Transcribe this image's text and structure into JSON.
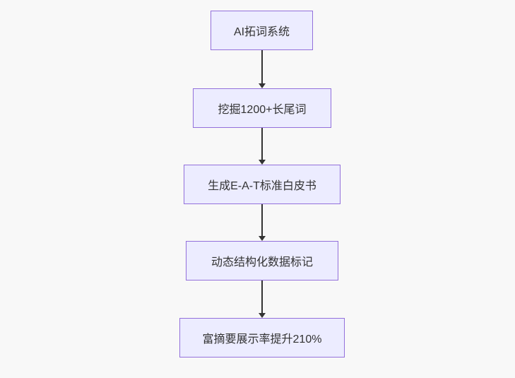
{
  "diagram": {
    "type": "flowchart",
    "direction": "top-down",
    "nodes": [
      {
        "label": "AI拓词系统"
      },
      {
        "label": "挖掘1200+长尾词"
      },
      {
        "label": "生成E-A-T标准白皮书"
      },
      {
        "label": "动态结构化数据标记"
      },
      {
        "label": "富摘要展示率提升210%"
      }
    ],
    "edges": [
      {
        "from": 1,
        "to": 2
      },
      {
        "from": 2,
        "to": 3
      },
      {
        "from": 3,
        "to": 4
      },
      {
        "from": 4,
        "to": 5
      }
    ],
    "colors": {
      "background": "#f8f8f8",
      "node_fill": "#ECECFF",
      "node_border": "#9370DB",
      "node_text": "#333333",
      "arrow": "#333333"
    }
  }
}
